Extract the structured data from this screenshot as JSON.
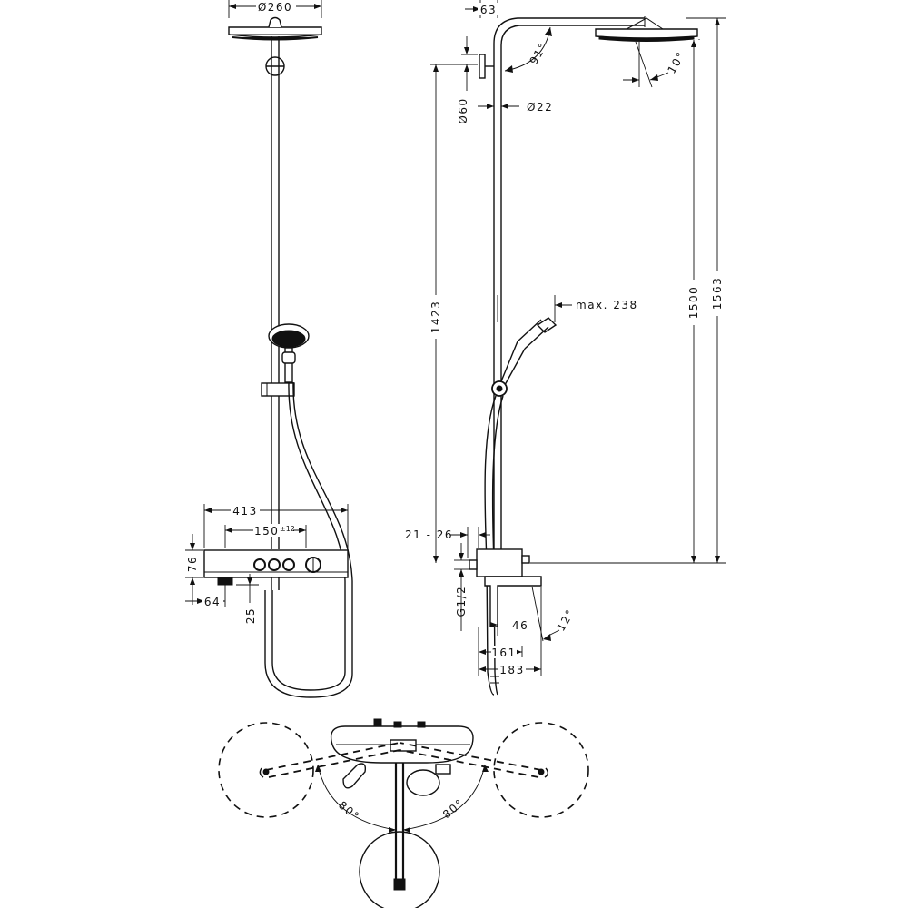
{
  "diagram": {
    "front_view": {
      "dim_head_diameter": "Ø260",
      "dim_thermostat_width": "413",
      "dim_wall_distance": "150",
      "dim_wall_tolerance": "±12",
      "dim_thermostat_height": "76",
      "dim_outlet_offset": "64",
      "dim_outlet_height": "25"
    },
    "side_view": {
      "dim_wall_offset": "63",
      "dim_top_cut": "",
      "dim_arm_angle": "91°",
      "dim_head_tilt": "10°",
      "dim_rosette_diameter": "Ø60",
      "dim_pipe_diameter": "Ø22",
      "dim_hand_shower_max": "max. 238",
      "dim_pipe_length": "1423",
      "dim_total_1500": "1500",
      "dim_total_1563": "1563",
      "dim_connection_range": "21 - 26",
      "dim_thread": "G1/2",
      "dim_spout_46": "46",
      "dim_spout_angle": "12°",
      "dim_depth_161": "161",
      "dim_depth_183": "183"
    },
    "top_view": {
      "dim_swivel_left": "80°",
      "dim_swivel_right": "80°"
    }
  }
}
